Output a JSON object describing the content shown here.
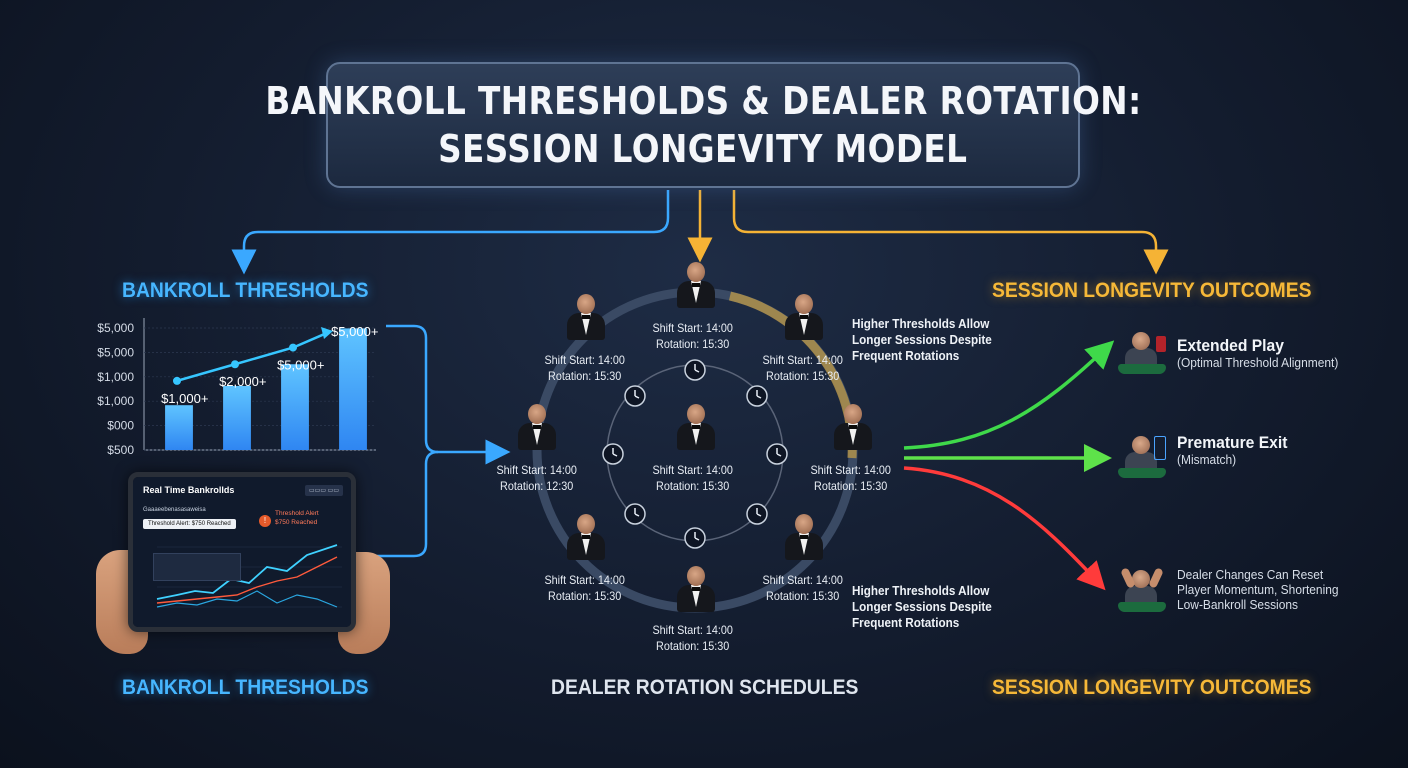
{
  "title": {
    "line1": "BANKROLL THRESHOLDS & DEALER ROTATION:",
    "line2": "SESSION LONGEVITY MODEL"
  },
  "sections": {
    "left_top": "BANKROLL THRESHOLDS",
    "right_top": "SESSION LONGEVITY OUTCOMES",
    "left_bottom": "BANKROLL THRESHOLDS",
    "center_bottom": "DEALER ROTATION SCHEDULES",
    "right_bottom": "SESSION LONGEVITY OUTCOMES"
  },
  "chart_data": {
    "type": "bar",
    "y_tick_labels": [
      "$5,000",
      "$5,000",
      "$1,000",
      "$1,000",
      "$000",
      "$500"
    ],
    "bar_labels": [
      "$1,000+",
      "$2,000+",
      "$5,000+",
      "$5,000+"
    ],
    "bar_heights_relative": [
      0.35,
      0.5,
      0.67,
      0.95
    ],
    "trend_points_relative": [
      0.54,
      0.67,
      0.8,
      0.93
    ],
    "colors": {
      "bar": "#2f86f2",
      "bar_top": "#5fc4ff",
      "trend": "#36c6ff"
    }
  },
  "tablet": {
    "title": "Real Time Bankrollds",
    "buttons": "▭▭▭ ▭▭",
    "subtitle": "Gaaaeebenasasaweisa",
    "pill": "Threshold Alert: $750 Reached",
    "alert_icon": "!",
    "alert_line1": "Threshold Alert",
    "alert_line2": "$750 Reached",
    "graph_colors": {
      "line1": "#3fd1ff",
      "line2": "#ff5a3c",
      "line3": "#2aa6e0"
    }
  },
  "dealers": [
    {
      "id": "top",
      "line1": "Shift Start: 14:00",
      "line2": "Rotation: 15:30"
    },
    {
      "id": "top-left",
      "line1": "Shift Start: 14:00",
      "line2": "Rotation: 15:30"
    },
    {
      "id": "top-right",
      "line1": "Shift Start: 14:00",
      "line2": "Rotation: 15:30"
    },
    {
      "id": "left",
      "line1": "Shift Start: 14:00",
      "line2": "Rotation: 12:30"
    },
    {
      "id": "center",
      "line1": "Shift Start: 14:00",
      "line2": "Rotation: 15:30"
    },
    {
      "id": "right",
      "line1": "Shift Start: 14:00",
      "line2": "Rotation: 15:30"
    },
    {
      "id": "bottom-left",
      "line1": "Shift Start: 14:00",
      "line2": "Rotation: 15:30"
    },
    {
      "id": "bottom-right",
      "line1": "Shift Start: 14:00",
      "line2": "Rotation: 15:30"
    },
    {
      "id": "bottom",
      "line1": "Shift Start: 14:00",
      "line2": "Rotation: 15:30"
    }
  ],
  "notes": {
    "upper": [
      "Higher Thresholds Allow",
      "Longer Sessions Despite",
      "Frequent Rotations"
    ],
    "lower": [
      "Higher Thresholds Allow",
      "Longer Sessions Despite",
      "Frequent Rotations"
    ]
  },
  "outcomes": {
    "extended": {
      "title": "Extended Play",
      "subtitle": "(Optimal Threshold Alignment)",
      "color": "#39d64a"
    },
    "premature": {
      "title": "Premature Exit",
      "subtitle": "(Mismatch)",
      "color": "#5ee24a"
    },
    "reset": {
      "lines": [
        "Dealer Changes Can Reset",
        "Player Momentum, Shortening",
        "Low-Bankroll Sessions"
      ],
      "color": "#ff3b3b"
    }
  },
  "colors": {
    "blue_accent": "#3aa8ff",
    "gold_accent": "#f5b335",
    "ring": "#3a4a64",
    "ring_gold": "#c9a24a"
  }
}
